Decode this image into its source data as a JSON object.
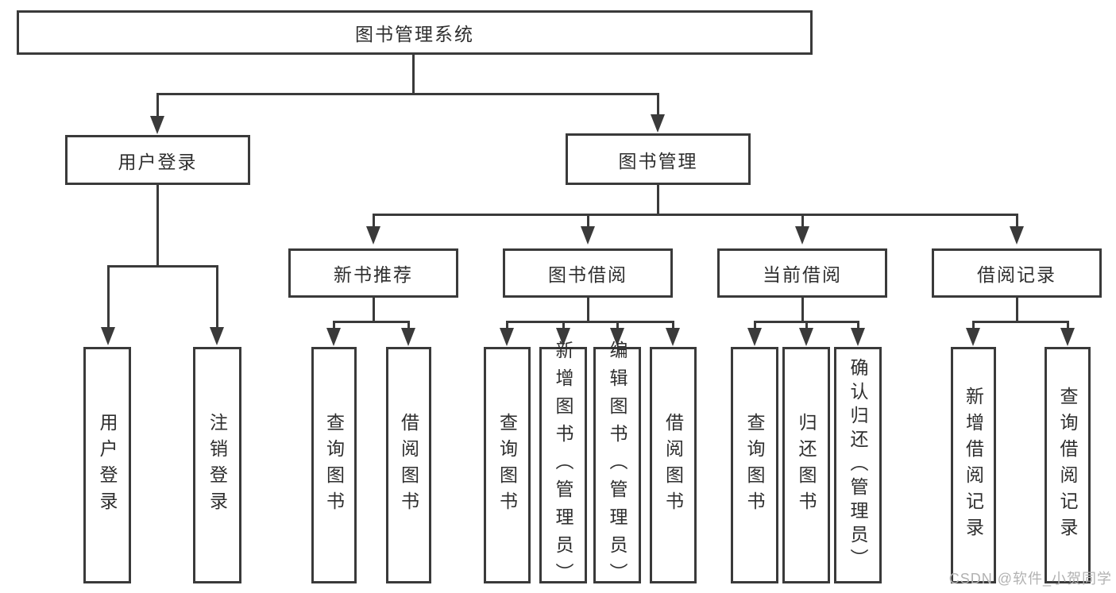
{
  "tree": {
    "root": "图书管理系统",
    "children": [
      {
        "label": "用户登录",
        "children": [
          {
            "label": "用户登录"
          },
          {
            "label": "注销登录"
          }
        ]
      },
      {
        "label": "图书管理",
        "children": [
          {
            "label": "新书推荐",
            "children": [
              {
                "label": "查询图书"
              },
              {
                "label": "借阅图书"
              }
            ]
          },
          {
            "label": "图书借阅",
            "children": [
              {
                "label": "查询图书"
              },
              {
                "label": "新增图书（管理员）"
              },
              {
                "label": "编辑图书（管理员）"
              },
              {
                "label": "借阅图书"
              }
            ]
          },
          {
            "label": "当前借阅",
            "children": [
              {
                "label": "查询图书"
              },
              {
                "label": "归还图书"
              },
              {
                "label": "确认归还（管理员）"
              }
            ]
          },
          {
            "label": "借阅记录",
            "children": [
              {
                "label": "新增借阅记录"
              },
              {
                "label": "查询借阅记录"
              }
            ]
          }
        ]
      }
    ]
  },
  "watermark": {
    "text": "CSDN @软件_小贺同学"
  },
  "colors": {
    "line": "#3a3a3a",
    "box_border": "#3a3a3a",
    "text": "#2e2e2e",
    "background": "#ffffff",
    "watermark": "#b2b2b2"
  }
}
